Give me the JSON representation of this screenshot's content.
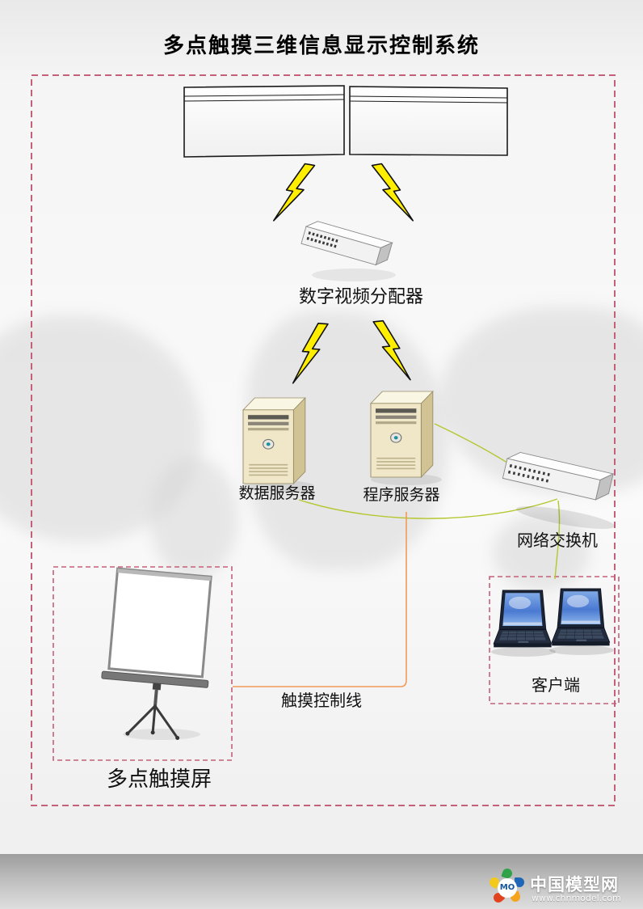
{
  "title": "多点触摸三维信息显示控制系统",
  "labels": {
    "video_distributor": "数字视频分配器",
    "data_server": "数据服务器",
    "app_server": "程序服务器",
    "network_switch": "网络交换机",
    "touch_control_line": "触摸控制线",
    "touch_screen": "多点触摸屏",
    "client": "客户端"
  },
  "colors": {
    "dashed_boundary": "#c4607a",
    "lightning": "#ffee00",
    "network_line": "#b4c72e",
    "touch_line": "#f49a56"
  },
  "watermark": {
    "logo_text": "MO",
    "site_name": "中国模型网",
    "site_url": "www.chnmodel.com"
  }
}
